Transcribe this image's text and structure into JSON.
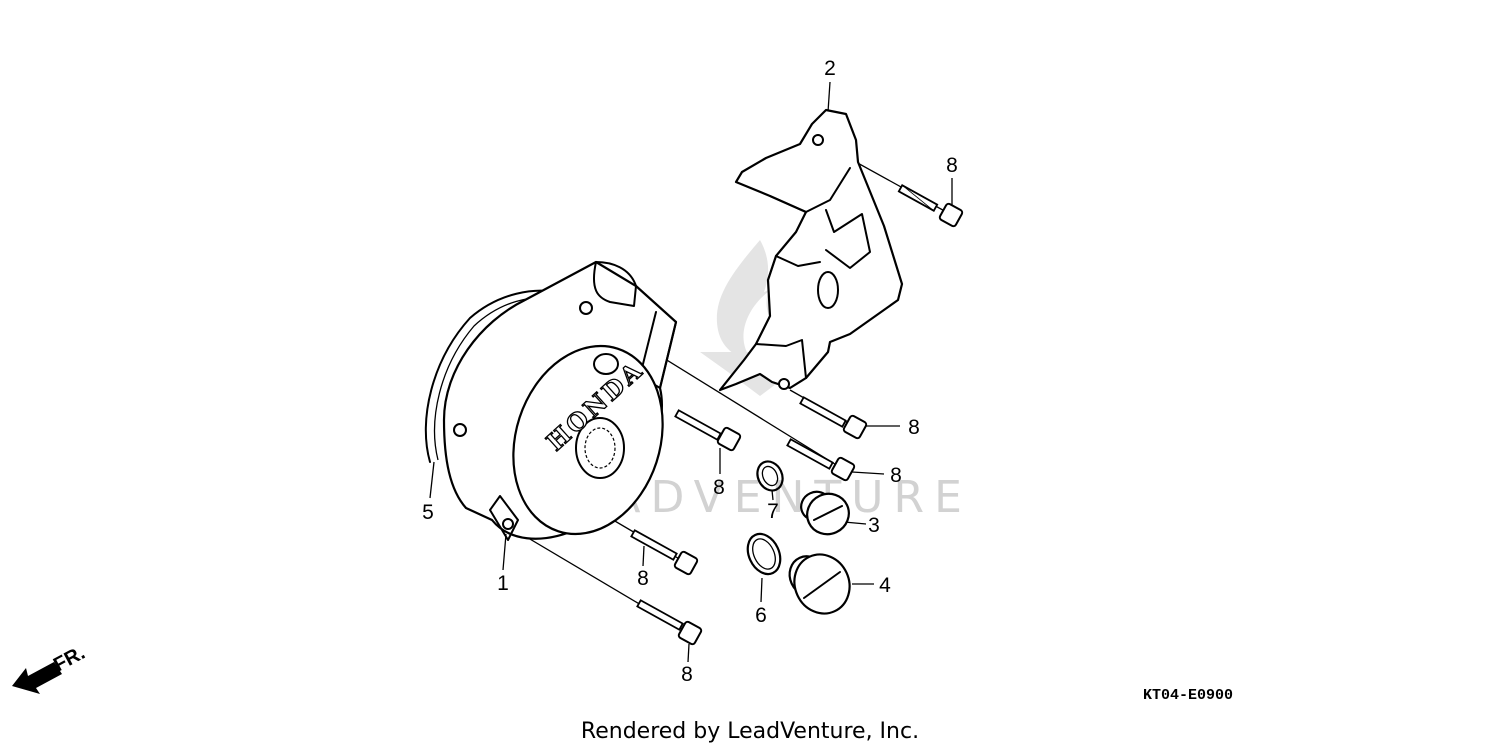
{
  "diagram": {
    "callouts": [
      {
        "id": "1",
        "text": "1"
      },
      {
        "id": "2",
        "text": "2"
      },
      {
        "id": "3",
        "text": "3"
      },
      {
        "id": "4",
        "text": "4"
      },
      {
        "id": "5",
        "text": "5"
      },
      {
        "id": "6",
        "text": "6"
      },
      {
        "id": "7",
        "text": "7"
      },
      {
        "id": "8a",
        "text": "8"
      },
      {
        "id": "8b",
        "text": "8"
      },
      {
        "id": "8c",
        "text": "8"
      },
      {
        "id": "8d",
        "text": "8"
      },
      {
        "id": "8e",
        "text": "8"
      },
      {
        "id": "8f",
        "text": "8"
      }
    ],
    "cover_brand": "HONDA",
    "direction_label": "FR.",
    "drawing_code": "KT04-E0900",
    "watermark": "LEADVENTURE",
    "credit": "Rendered by LeadVenture, Inc."
  }
}
